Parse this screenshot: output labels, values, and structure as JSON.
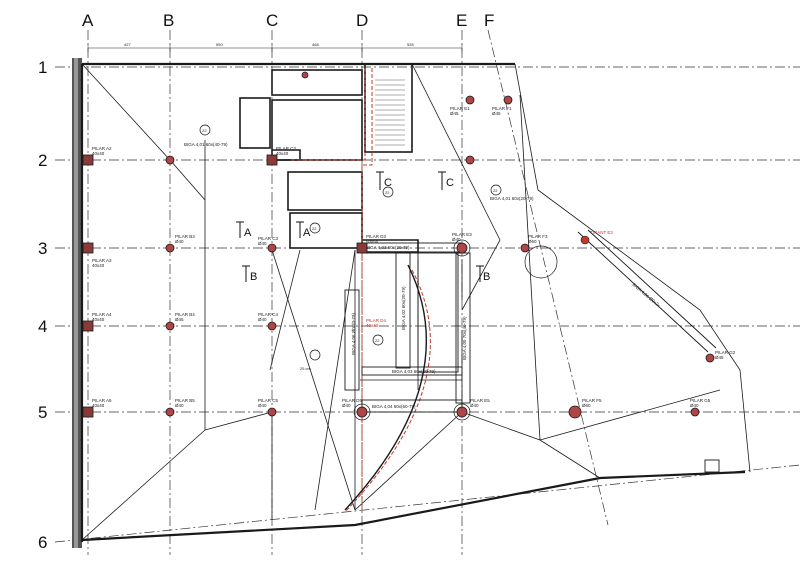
{
  "grid": {
    "columns": [
      "A",
      "B",
      "C",
      "D",
      "E",
      "F"
    ],
    "rows": [
      "1",
      "2",
      "3",
      "4",
      "5",
      "6"
    ]
  },
  "dimensions": {
    "top": [
      "427",
      "550",
      "468",
      "535"
    ]
  },
  "sections": {
    "a": "A",
    "b": "B",
    "c": "C"
  },
  "piers": {
    "a2": "PILAR A2\n40x40",
    "a3": "PILAR A3\n40x40",
    "a4": "PILAR A4\n40x40",
    "a5": "PILAR A5\n40x40",
    "b2": "PILAR B2\nØ40",
    "b3": "PILAR B3\nØ40",
    "b4": "PILAR B4\nØ45",
    "b5": "PILAR B5\nØ40",
    "c2": "PILAR C2\n40x40",
    "c3": "PILAR C3\nØ40",
    "c4": "PILAR C4\nØ40",
    "c5": "PILAR C5\nØ40",
    "d3": "PILAR D3\n50x50",
    "d4": "PILAR D4\n40x40",
    "d5": "PILAR D5\nØ40",
    "e1": "PILAR E1\nØ45",
    "e3": "PILAR E3\nØ40",
    "e5": "PILAR E5\nØ40",
    "f1": "PILAR F1\nØ45",
    "f3": "PILAR F3\nØ60",
    "f5": "PILAR F5\nØ60",
    "g2": "PILAR G2\nØ45",
    "g5": "PILAR G5\nØ40",
    "tirant": "TIRANT E2"
  },
  "beams": {
    "b1": "BIGA 4,03 60x(20-79)",
    "b2": "BIGA 4,03 60x(20-79)",
    "b3": "BIGA 4,04 60x(60-79)",
    "b4": "BIGA 4,02 60x(20-79)",
    "b5": "BIGA 4,05 70x(40-79)",
    "b6": "BIGA 4,06 Ø0x(0-79)",
    "b7": "BIGA 4,06 Ø0x2x",
    "b8": "BIGA 4,01 60x(40-79)",
    "b9": "BIGA 4,01 60x(20-79)"
  },
  "notes": {
    "n1": "22",
    "n2": "22",
    "n3": "22",
    "n4": "22",
    "n5": "22",
    "slab": "25 cm"
  },
  "colors": {
    "line": "#1a1a1a",
    "red": "#c0392b",
    "grid": "#333333"
  }
}
